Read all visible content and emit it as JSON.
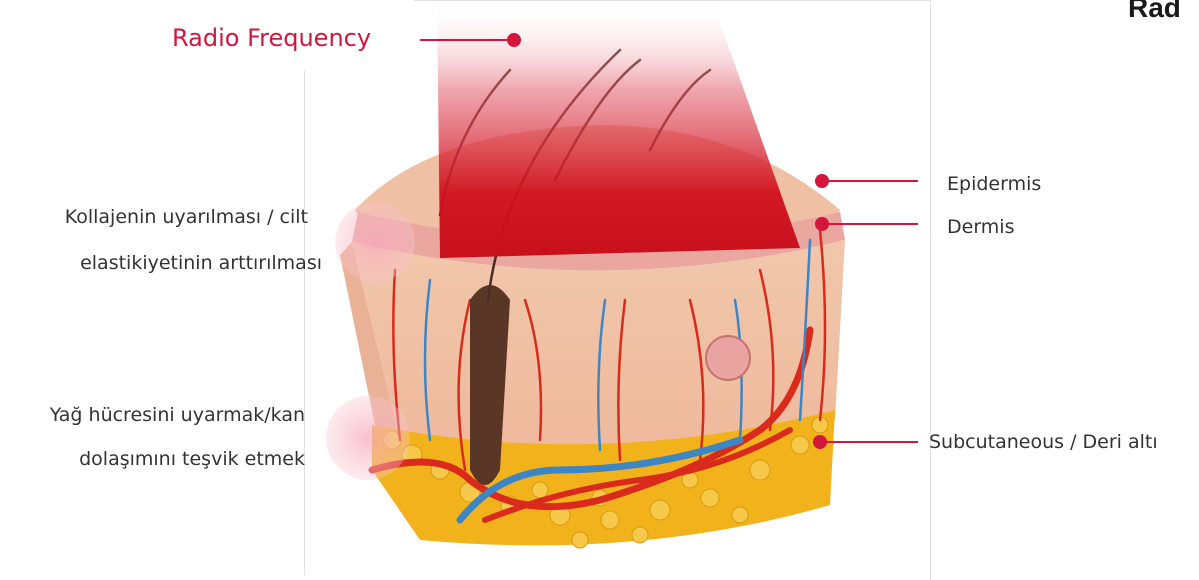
{
  "heading": "Rad",
  "beam_label": "Radio Frequency",
  "labels": {
    "epidermis": "Epidermis",
    "dermis": "Dermis",
    "subcutaneous": "Subcutaneous / Deri altı",
    "collagen_line1": "Kollajenin uyarılması / cilt",
    "collagen_line2": "elastikiyetinin arttırılması",
    "fat_line1": "Yağ hücresini uyarmak/kan",
    "fat_line2": "dolaşımını teşvik etmek"
  },
  "colors": {
    "accent": "#d4163c",
    "text": "#333333",
    "skin": "#f2c2a4",
    "fat": "#f2b21c",
    "artery": "#d92a1c",
    "vein": "#3d86c6",
    "hair": "#4a2d22"
  }
}
